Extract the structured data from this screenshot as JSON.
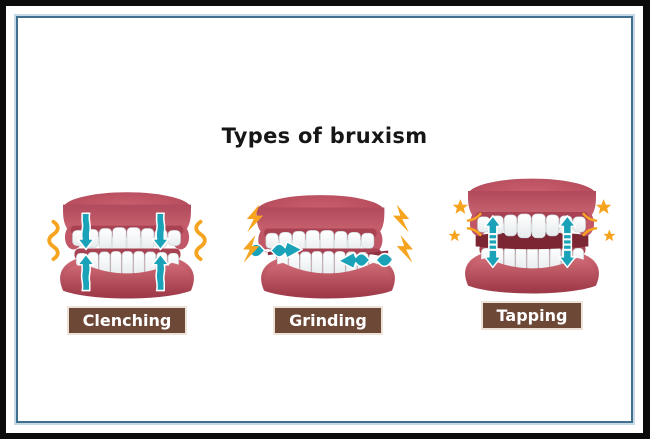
{
  "title": "Types of bruxism",
  "figures": [
    {
      "id": "clenching",
      "label": "Clenching",
      "motion_icon": "press-arrows-icon",
      "effect_icon": "vibration-waves-icon"
    },
    {
      "id": "grinding",
      "label": "Grinding",
      "motion_icon": "slide-arrows-icon",
      "effect_icon": "lightning-bolts-icon"
    },
    {
      "id": "tapping",
      "label": "Tapping",
      "motion_icon": "tap-arrows-icon",
      "effect_icon": "impact-stars-icon"
    }
  ],
  "colors": {
    "background": "#0b0b0b",
    "card": "#ffffff",
    "frame_border": "#41708e",
    "frame_halo": "#c6d9e6",
    "title_text": "#161616",
    "gum_light": "#d06b76",
    "gum_main": "#c85a68",
    "gum_dark": "#9d3848",
    "mouth_gap_dark": "#7c2634",
    "tooth_white": "#ffffff",
    "arrow_teal": "#1aa2b8",
    "effect_orange": "#f6a41f",
    "label_bg": "#6d4837",
    "label_border": "#ece2d8",
    "label_text": "#ffffff"
  }
}
